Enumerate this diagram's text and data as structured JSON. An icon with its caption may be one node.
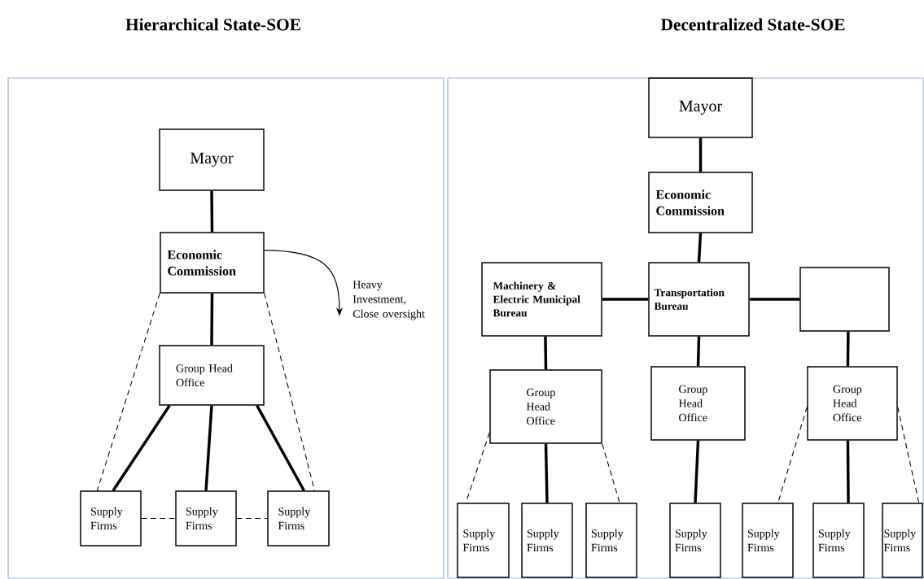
{
  "diagram": {
    "nodes": [
      {
        "text": [
          "Hierarchical State-SOE"
        ]
      },
      {
        "text": [
          "Mayor"
        ],
        "in": 0
      },
      {
        "text": [
          "Economic Commission"
        ],
        "in": 0
      },
      {
        "text": [
          "Group Head Office"
        ],
        "in": 0
      },
      {
        "text": [
          "Supply Firms"
        ],
        "in": 0
      },
      {
        "text": [
          "Supply Firms"
        ],
        "in": 0
      },
      {
        "text": [
          "Supply Firms"
        ],
        "in": 0
      },
      {
        "text": [
          "Decentralized State-SOE"
        ]
      },
      {
        "text": [
          "Mayor"
        ],
        "in": 7
      },
      {
        "text": [
          "Economic Commission"
        ],
        "in": 7
      },
      {
        "text": [
          "Machinery & Electric Municipal Bureau"
        ],
        "in": 7
      },
      {
        "text": [
          "Transportation Bureau"
        ],
        "in": 7
      },
      {
        "text": [],
        "shape": "box",
        "in": 7
      },
      {
        "text": [
          "Group Head Office"
        ],
        "in": 7
      },
      {
        "text": [
          "Group Head Office"
        ],
        "in": 7
      },
      {
        "text": [
          "Group Head Office"
        ],
        "in": 7
      },
      {
        "text": [
          "Supply Firms"
        ],
        "in": 7
      },
      {
        "text": [
          "Supply Firms"
        ],
        "in": 7
      },
      {
        "text": [
          "Supply Firms"
        ],
        "in": 7
      },
      {
        "text": [
          "Supply Firms"
        ],
        "in": 7
      },
      {
        "text": [
          "Supply Firms"
        ],
        "in": 7
      },
      {
        "text": [
          "Supply Firms"
        ],
        "in": 7
      },
      {
        "text": [
          "Supply Firms"
        ],
        "in": 7
      },
      {
        "text": [
          "Heavy Investment, Close oversight"
        ],
        "in": 0
      }
    ],
    "edges": [
      {
        "from": 1,
        "to": 2,
        "arrow": "none"
      },
      {
        "from": 2,
        "to": 3,
        "arrow": "none"
      },
      {
        "from": 3,
        "to": 4,
        "arrow": "none"
      },
      {
        "from": 3,
        "to": 5,
        "arrow": "none"
      },
      {
        "from": 3,
        "to": 6,
        "arrow": "none"
      },
      {
        "from": 2,
        "to": 4,
        "arrow": "none",
        "style": "dashed"
      },
      {
        "from": 2,
        "to": 6,
        "arrow": "none",
        "style": "dashed"
      },
      {
        "from": 4,
        "to": 5,
        "arrow": "none",
        "style": "dashed"
      },
      {
        "from": 5,
        "to": 6,
        "arrow": "none",
        "style": "dashed"
      },
      {
        "from": 2,
        "to": 23,
        "arrow": "to"
      },
      {
        "from": 8,
        "to": 9,
        "arrow": "none"
      },
      {
        "from": 9,
        "to": 11,
        "arrow": "none"
      },
      {
        "from": 10,
        "to": 11,
        "arrow": "none"
      },
      {
        "from": 11,
        "to": 12,
        "arrow": "none"
      },
      {
        "from": 10,
        "to": 13,
        "arrow": "none"
      },
      {
        "from": 11,
        "to": 14,
        "arrow": "none"
      },
      {
        "from": 12,
        "to": 15,
        "arrow": "none"
      },
      {
        "from": 13,
        "to": 16,
        "arrow": "none",
        "style": "dashed"
      },
      {
        "from": 13,
        "to": 17,
        "arrow": "none"
      },
      {
        "from": 13,
        "to": 18,
        "arrow": "none",
        "style": "dashed"
      },
      {
        "from": 14,
        "to": 19,
        "arrow": "none"
      },
      {
        "from": 15,
        "to": 20,
        "arrow": "none",
        "style": "dashed"
      },
      {
        "from": 15,
        "to": 21,
        "arrow": "none"
      },
      {
        "from": 15,
        "to": 22,
        "arrow": "none",
        "style": "dashed"
      }
    ]
  }
}
